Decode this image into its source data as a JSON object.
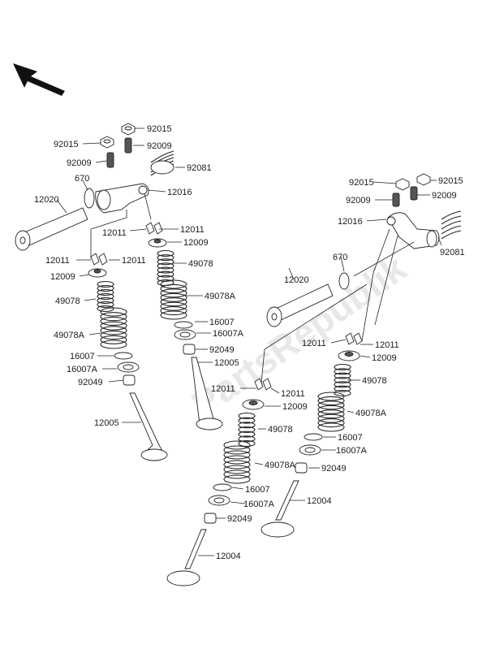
{
  "watermark": "PartsRepublik",
  "labels": {
    "l_92015_a": "92015",
    "l_92015_b": "92015",
    "l_92009_a": "92009",
    "l_92009_b": "92009",
    "l_92081_a": "92081",
    "l_670_a": "670",
    "l_12020_a": "12020",
    "l_12016_a": "12016",
    "l_12011_a": "12011",
    "l_12011_b": "12011",
    "l_12009_a": "12009",
    "l_12011_c": "12011",
    "l_12011_d": "12011",
    "l_12009_b": "12009",
    "l_49078_a": "49078",
    "l_49078_b": "49078",
    "l_49078A_a": "49078A",
    "l_49078A_b": "49078A",
    "l_16007_a": "16007",
    "l_16007A_a": "16007A",
    "l_16007_b": "16007",
    "l_16007A_b": "16007A",
    "l_92049_a": "92049",
    "l_92049_b": "92049",
    "l_12005_a": "12005",
    "l_12005_b": "12005",
    "r_92015_a": "92015",
    "r_92015_b": "92015",
    "r_92009_a": "92009",
    "r_92009_b": "92009",
    "r_12016_a": "12016",
    "r_92081_a": "92081",
    "r_670_a": "670",
    "r_12020_a": "12020",
    "r_12011_a": "12011",
    "r_12011_b": "12011",
    "r_12009_a": "12009",
    "r_49078_a": "49078",
    "r_49078A_a": "49078A",
    "r_16007_a": "16007",
    "r_16007A_a": "16007A",
    "r_92049_a": "92049",
    "r_12004_a": "12004",
    "b_12011_a": "12011",
    "b_12011_b": "12011",
    "b_12009_a": "12009",
    "b_49078_a": "49078",
    "b_49078A_a": "49078A",
    "b_16007_a": "16007",
    "b_16007A_a": "16007A",
    "b_92049_a": "92049",
    "b_12004_a": "12004"
  }
}
